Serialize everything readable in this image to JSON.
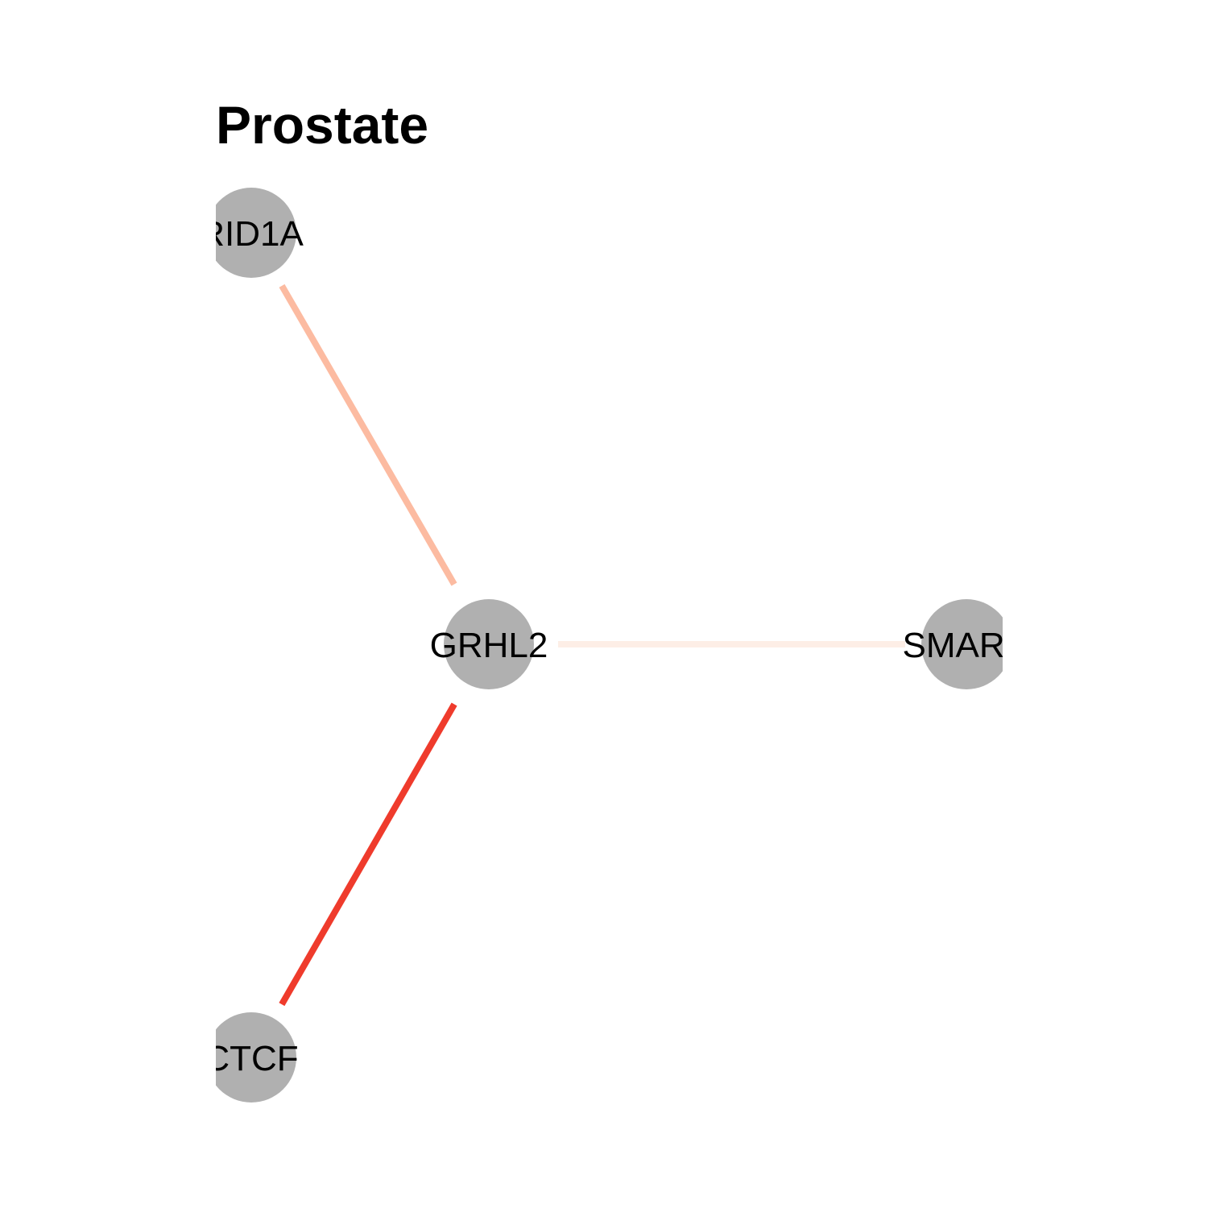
{
  "title": "Prostate",
  "nodes": [
    {
      "id": "ARID1A",
      "label": "RID1A"
    },
    {
      "id": "GRHL2",
      "label": "GRHL2"
    },
    {
      "id": "SMARC",
      "label": "SMARC"
    },
    {
      "id": "CTCF",
      "label": "CTCF"
    }
  ],
  "edges": [
    {
      "from": "GRHL2",
      "to": "ARID1A",
      "color": "#fcbba1"
    },
    {
      "from": "GRHL2",
      "to": "SMARC",
      "color": "#fdeee6"
    },
    {
      "from": "GRHL2",
      "to": "CTCF",
      "color": "#ef3b2c"
    }
  ],
  "colors": {
    "node_fill": "#b0b0b0",
    "background": "#ffffff"
  }
}
